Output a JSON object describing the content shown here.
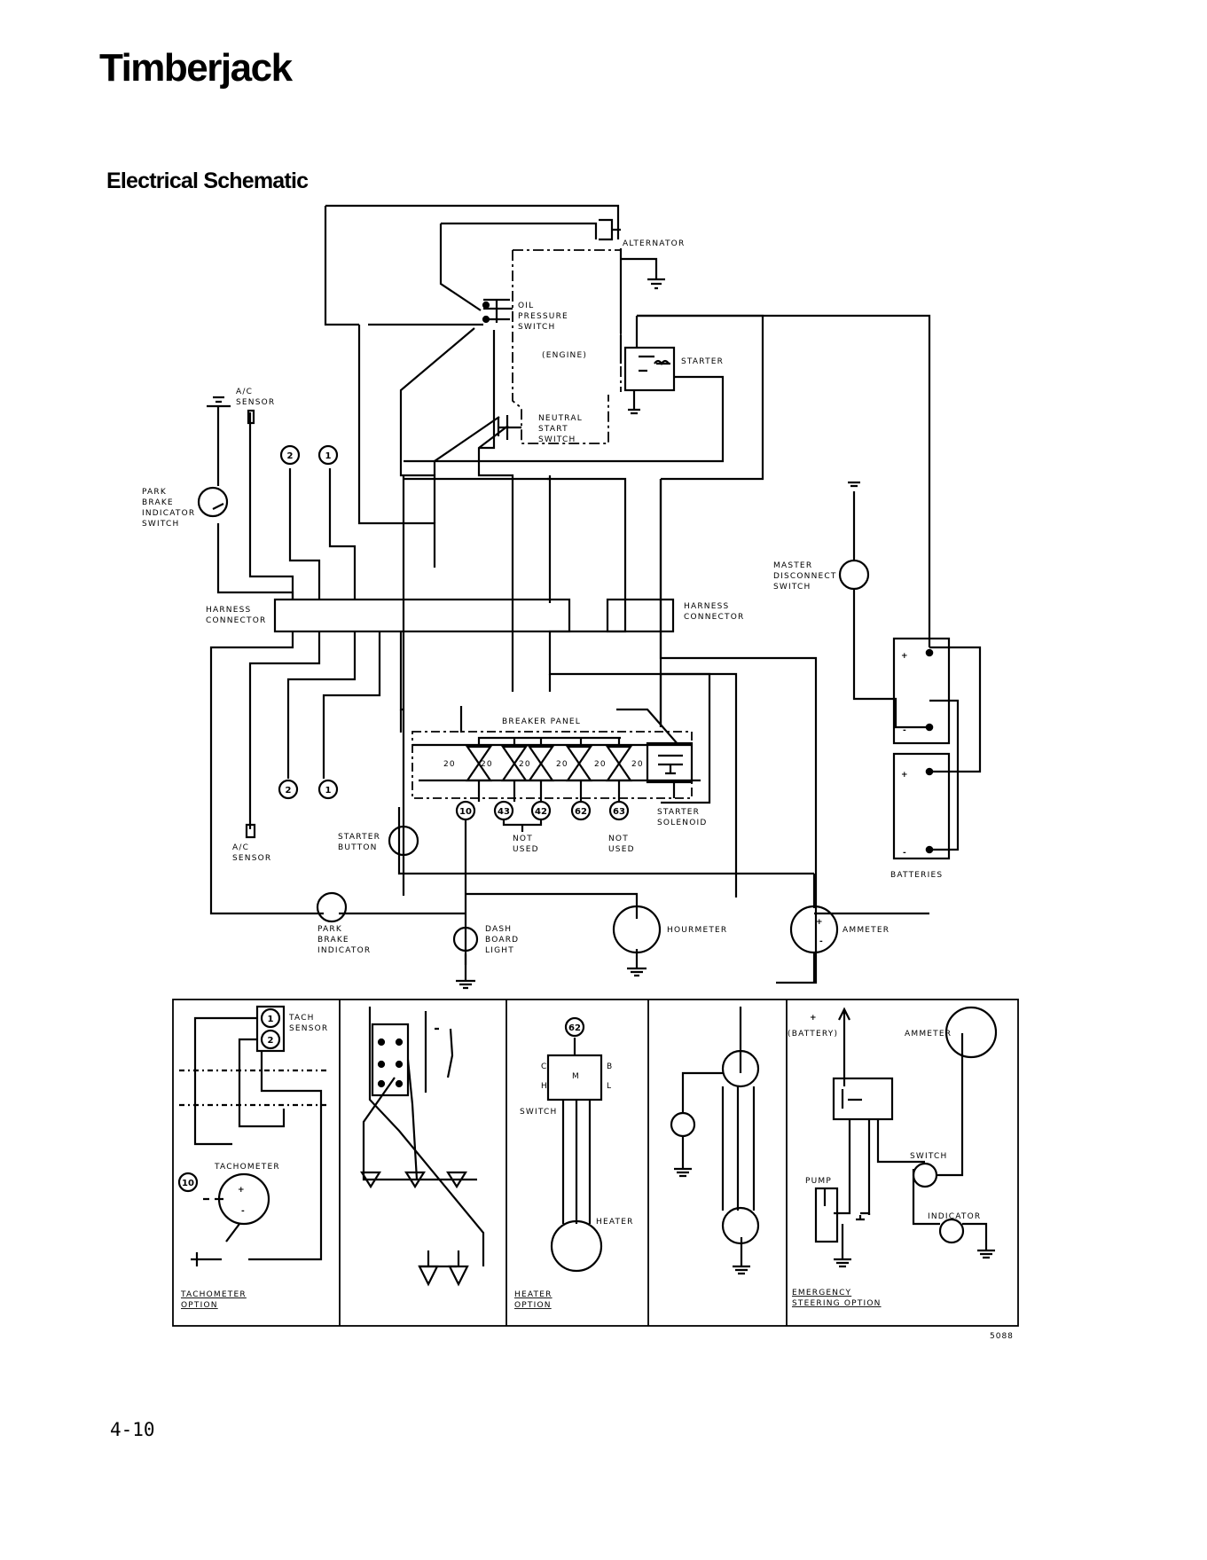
{
  "header": {
    "brand": "Timberjack",
    "title": "Electrical Schematic"
  },
  "labels": {
    "alternator": "ALTERNATOR",
    "oil_pressure_switch": [
      "OIL",
      "PRESSURE",
      "SWITCH"
    ],
    "engine": "(ENGINE)",
    "starter": "STARTER",
    "neutral_start_switch": [
      "NEUTRAL",
      "START",
      "SWITCH"
    ],
    "ac_sensor_top": [
      "A/C",
      "SENSOR"
    ],
    "park_brake_indicator_switch": [
      "PARK",
      "BRAKE",
      "INDICATOR",
      "SWITCH"
    ],
    "harness_connector_left": [
      "HARNESS",
      "CONNECTOR"
    ],
    "harness_connector_right": [
      "HARNESS",
      "CONNECTOR"
    ],
    "master_disconnect_switch": [
      "MASTER",
      "DISCONNECT",
      "SWITCH"
    ],
    "breaker_panel": "BREAKER PANEL",
    "breaker_ratings": [
      "20",
      "20",
      "20",
      "20",
      "20",
      "20"
    ],
    "wire_numbers": {
      "w1": "1",
      "w2": "2",
      "w10": "10",
      "w43": "43",
      "w42": "42",
      "w62": "62",
      "w63": "63"
    },
    "not_used_left": [
      "NOT",
      "USED"
    ],
    "not_used_right": [
      "NOT",
      "USED"
    ],
    "starter_solenoid": [
      "STARTER",
      "SOLENOID"
    ],
    "ac_sensor_bottom": [
      "A/C",
      "SENSOR"
    ],
    "starter_button": [
      "STARTER",
      "BUTTON"
    ],
    "park_brake_indicator": [
      "PARK",
      "BRAKE",
      "INDICATOR"
    ],
    "dash_board_light": [
      "DASH",
      "BOARD",
      "LIGHT"
    ],
    "hourmeter": "HOURMETER",
    "ammeter": "AMMETER",
    "batteries": "BATTERIES",
    "plus": "+",
    "minus": "-"
  },
  "options": {
    "tachometer": {
      "sensor": [
        "TACH",
        "SENSOR"
      ],
      "meter": "TACHOMETER",
      "caption": [
        "TACHOMETER",
        "OPTION"
      ]
    },
    "heater": {
      "switch": "SWITCH",
      "heater": "HEATER",
      "terminals": [
        "C",
        "H",
        "M",
        "B",
        "L"
      ],
      "caption": [
        "HEATER",
        "OPTION"
      ]
    },
    "emergency_steering": {
      "battery": "(BATTERY)",
      "ammeter": "AMMETER",
      "switch": "SWITCH",
      "pump": "PUMP",
      "indicator": "INDICATOR",
      "caption": [
        "EMERGENCY",
        "STEERING OPTION"
      ]
    }
  },
  "footer": {
    "drawing_code": "5088",
    "page_number": "4-10"
  }
}
